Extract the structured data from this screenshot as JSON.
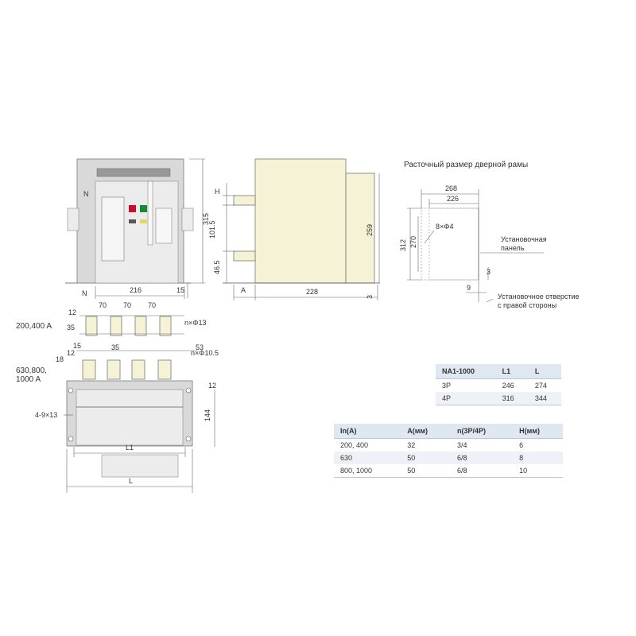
{
  "front_view": {
    "neutral_label": "N",
    "dims": {
      "height": "315",
      "width": "216",
      "offset": "15"
    }
  },
  "side_view": {
    "dims": {
      "h": "H",
      "upper": "101.5",
      "lower": "46.5",
      "height": "259",
      "a": "A",
      "depth": "228",
      "base": "3"
    }
  },
  "door_cutout": {
    "title": "Расточный размер дверной рамы",
    "dims": {
      "outer_w": "268",
      "inner_w": "226",
      "outer_h": "312",
      "inner_h": "270",
      "holes": "8×Φ4",
      "gap": "3",
      "edge": "9"
    },
    "panel_label_1": "Установочная",
    "panel_label_2": "панель",
    "hole_label_1": "Установочное отверстие",
    "hole_label_2": "с правой стороны"
  },
  "terminals": {
    "neutral_label": "N",
    "row1_label": "200,400 A",
    "row2_label_1": "630,800,",
    "row2_label_2": "1000 A",
    "row1_dims": {
      "a": "12",
      "b": "70",
      "c": "70",
      "d": "70",
      "e": "35",
      "holes": "n×Φ13"
    },
    "row2_dims": {
      "a": "15",
      "b": "12",
      "c": "18",
      "d": "35",
      "e": "53",
      "f": "12",
      "holes": "n×Φ10.5"
    },
    "base_dims": {
      "holes": "4-9×13",
      "l1": "L1",
      "l": "L",
      "h": "144"
    }
  },
  "table1": {
    "headers": [
      "NA1-1000",
      "L1",
      "L"
    ],
    "rows": [
      [
        "3P",
        "246",
        "274"
      ],
      [
        "4P",
        "316",
        "344"
      ]
    ]
  },
  "table2": {
    "headers": [
      "In(A)",
      "A(мм)",
      "n(3P/4P)",
      "H(мм)"
    ],
    "rows": [
      [
        "200,  400",
        "32",
        "3/4",
        "6"
      ],
      [
        "630",
        "50",
        "6/8",
        "8"
      ],
      [
        "800,  1000",
        "50",
        "6/8",
        "10"
      ]
    ]
  }
}
